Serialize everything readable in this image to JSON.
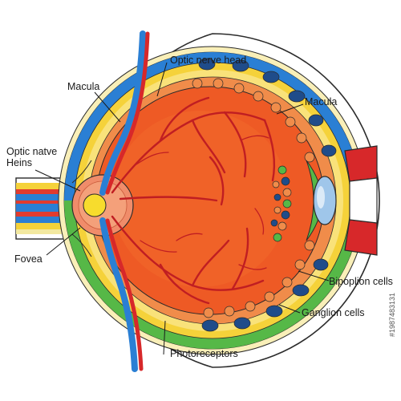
{
  "diagram": {
    "labels": {
      "optic_nerve_head": "Optic nerve head",
      "macula_left": "Macula",
      "macula_right": "Macula",
      "optic_nerve_heins_line1": "Optic natve",
      "optic_nerve_heins_line2": "Heins",
      "fovea": "Fovea",
      "bipolar_cells": "Bipoplion cells",
      "ganglion_cells": "Ganglion cells",
      "photoreceptors": "Photoreceptors"
    },
    "watermark_id": "#1987483131"
  },
  "colors": {
    "outline": "#2b2b2b",
    "sclera_blue": "#2a7fd4",
    "retina_yellow": "#f5d23a",
    "choroid_green": "#56b847",
    "vitreous_orange": "#ee5a25",
    "vessel_red": "#d7282a",
    "optic_disc_yellow": "#f7dc2d",
    "lens_blue": "#9fc6ea",
    "cells_orange": "#f08c4a",
    "cells_navy": "#1f4c8a"
  }
}
